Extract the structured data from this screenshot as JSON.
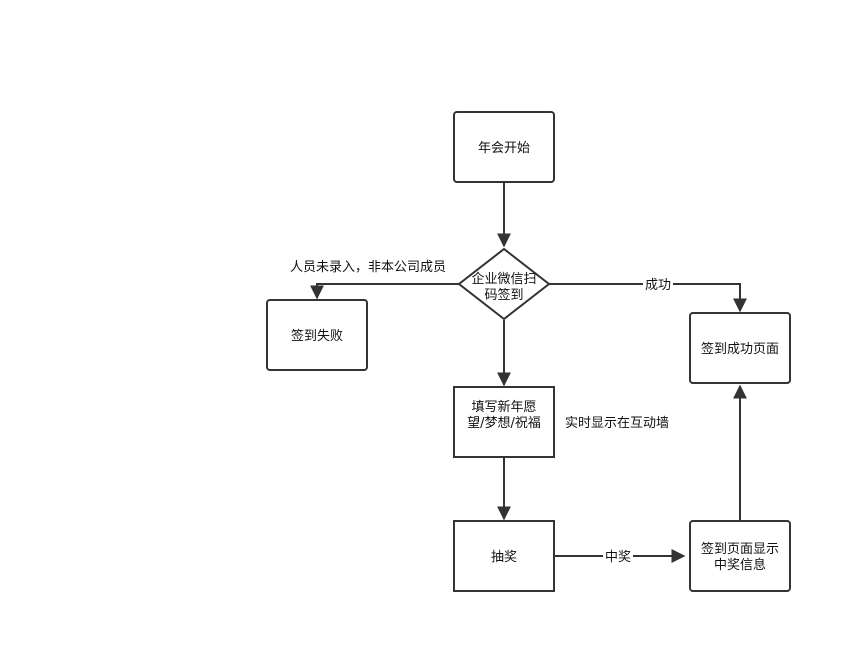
{
  "nodes": {
    "start": "年会开始",
    "signin_line1": "企业微信扫",
    "signin_line2": "码签到",
    "fail": "签到失败",
    "success": "签到成功页面",
    "wish_line1": "填写新年愿",
    "wish_line2": "望/梦想/祝福",
    "lottery": "抽奖",
    "prize_line1": "签到页面显示",
    "prize_line2": "中奖信息"
  },
  "edges": {
    "fail_label": "人员未录入，非本公司成员",
    "success_label": "成功",
    "win_label": "中奖"
  },
  "notes": {
    "wall": "实时显示在互动墙"
  },
  "colors": {
    "stroke": "#333333",
    "text": "#111111",
    "background": "#ffffff"
  }
}
